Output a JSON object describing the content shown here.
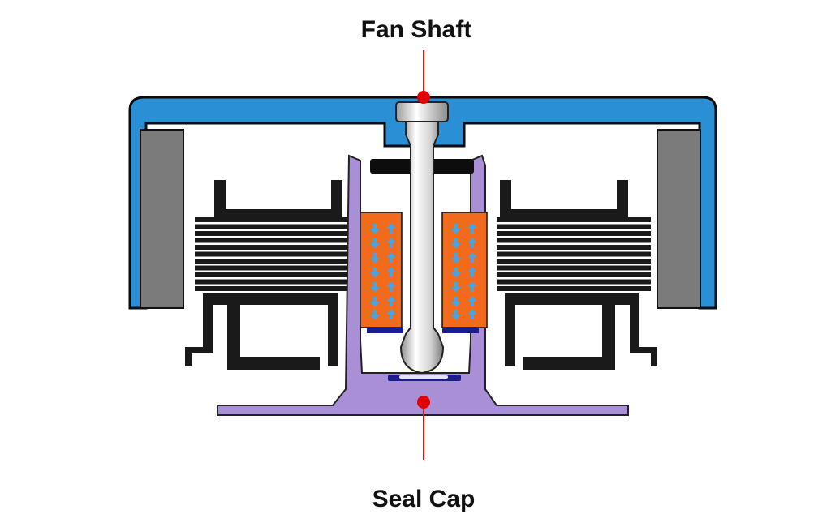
{
  "labels": {
    "top": "Fan Shaft",
    "bottom": "Seal Cap"
  },
  "colors": {
    "rotor_frame": "#2b8fd6",
    "magnet": "#7b7b7b",
    "stator_core": "#1a1a1a",
    "bearing_housing": "#a98fd6",
    "oil_sleeve": "#f26a1b",
    "oil_flow_arrows": "#4aa3e0",
    "shaft": "#d9d9d9",
    "leader_line": "#d81818",
    "leader_dot": "#e00000",
    "seal_cap": "#1c1c8a"
  },
  "icons": [
    "oil-flow-arrow-up",
    "oil-flow-arrow-down"
  ]
}
